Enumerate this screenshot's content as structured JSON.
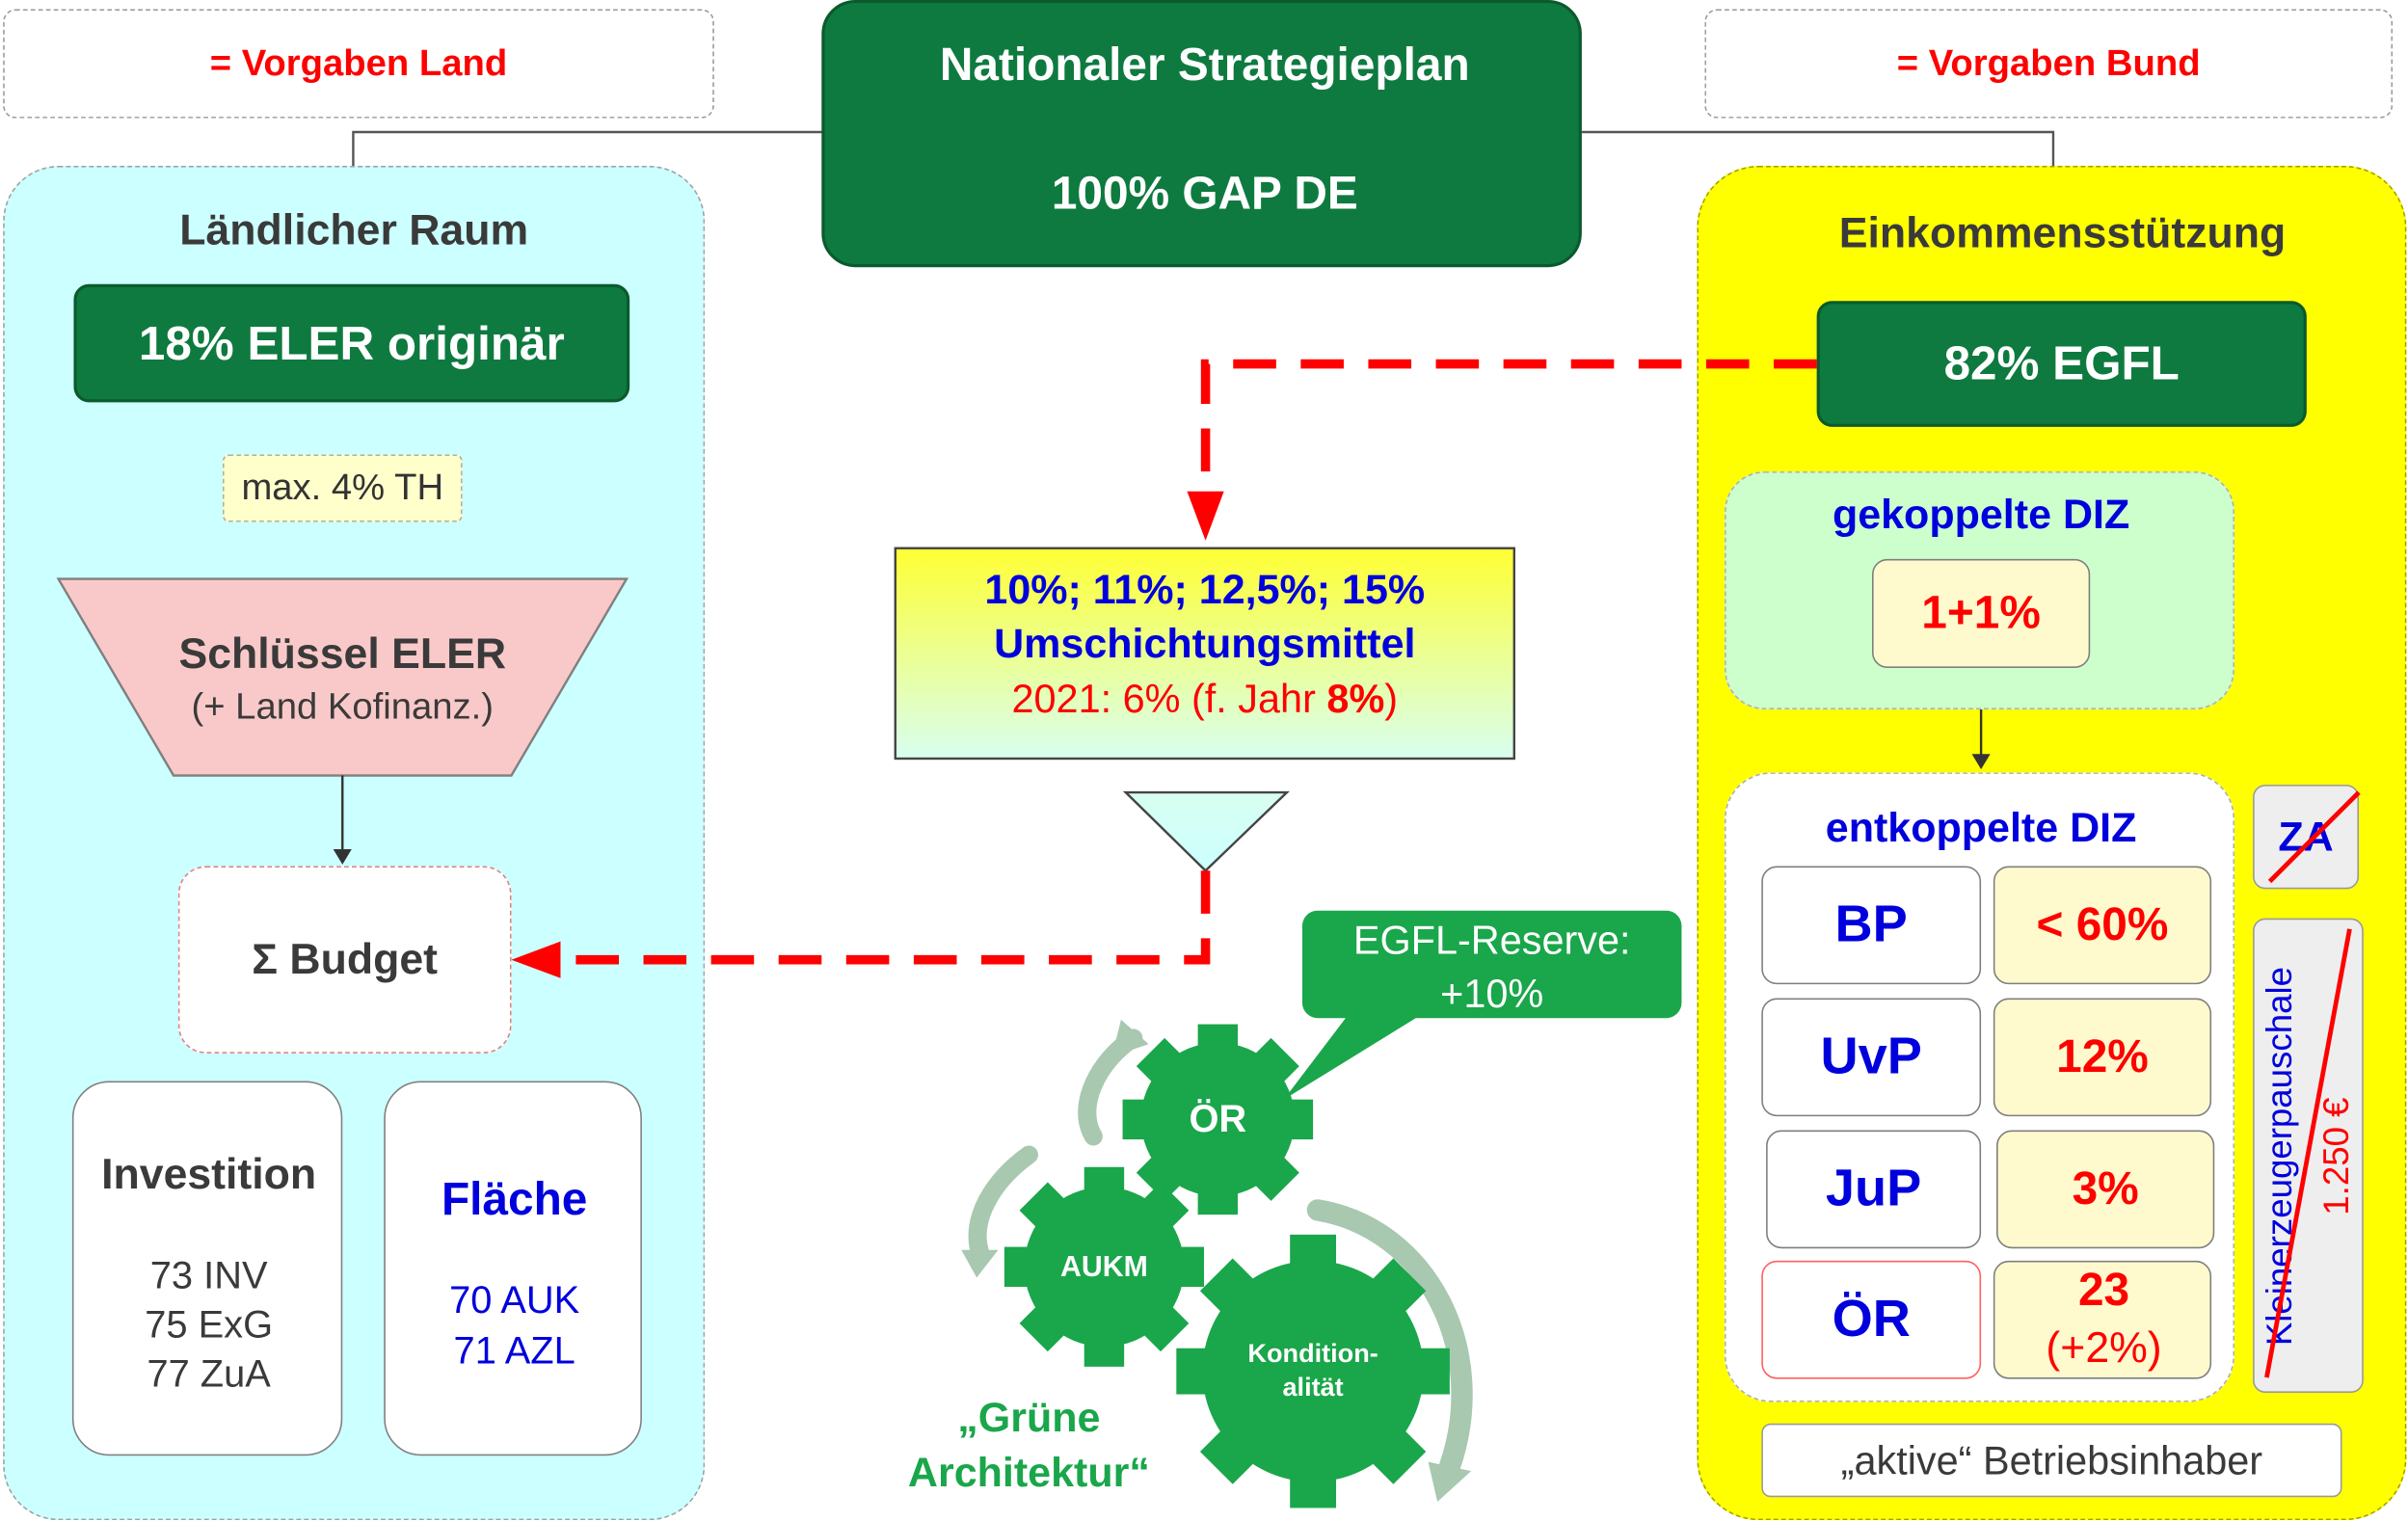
{
  "header": {
    "left_note": "= Vorgaben Land",
    "right_note": "= Vorgaben Bund",
    "title_line1": "Nationaler Strategieplan",
    "title_line2": "100% GAP DE"
  },
  "left_panel": {
    "title": "Ländlicher Raum",
    "eler_box": "18% ELER originär",
    "th_note": "max. 4% TH",
    "funnel_title": "Schlüssel ELER",
    "funnel_subtitle": "(+ Land Kofinanz.)",
    "budget": "Σ Budget",
    "investition": {
      "title": "Investition",
      "lines": [
        "73 INV",
        "75 ExG",
        "77 ZuA"
      ]
    },
    "flaeche": {
      "title": "Fläche",
      "lines": [
        "70 AUK",
        "71 AZL"
      ]
    }
  },
  "middle": {
    "transfer_line1": "10%; 11%; 12,5%; 15%",
    "transfer_line2": "Umschichtungsmittel",
    "transfer_line3_prefix": "2021: 6% (f. Jahr ",
    "transfer_line3_bold": "8%",
    "transfer_line3_suffix": ")",
    "reserve_line1": "EGFL-Reserve:",
    "reserve_line2": "+10%",
    "gear_or": "ÖR",
    "gear_aukm": "AUKM",
    "gear_kond_line1": "Kondition-",
    "gear_kond_line2": "alität",
    "green_arch_line1": "„Grüne",
    "green_arch_line2": "Architektur“"
  },
  "right_panel": {
    "title": "Einkommensstützung",
    "egfl_box": "82% EGFL",
    "gekoppelt_title": "gekoppelte DIZ",
    "gekoppelt_value": "1+1%",
    "entkoppelt_title": "entkoppelte DIZ",
    "rows": [
      {
        "label": "BP",
        "value": "< 60%"
      },
      {
        "label": "UvP",
        "value": "12%"
      },
      {
        "label": "JuP",
        "value": "3%"
      },
      {
        "label": "ÖR",
        "value": "23",
        "value_line2": "(+2%)"
      }
    ],
    "za": "ZA",
    "kleinerzeuger": "Kleinerzeugerpauschale",
    "kleinerzeuger_amount": "1.250 €",
    "aktive": "„aktive“ Betriebsinhaber"
  },
  "colors": {
    "dark_green": "#0e7a3f",
    "gear_green": "#1aa64a",
    "left_panel": "#ccffff",
    "right_panel": "#ffff00",
    "dashed_arrow": "#ff0000",
    "funnel": "#f9c9c9"
  }
}
